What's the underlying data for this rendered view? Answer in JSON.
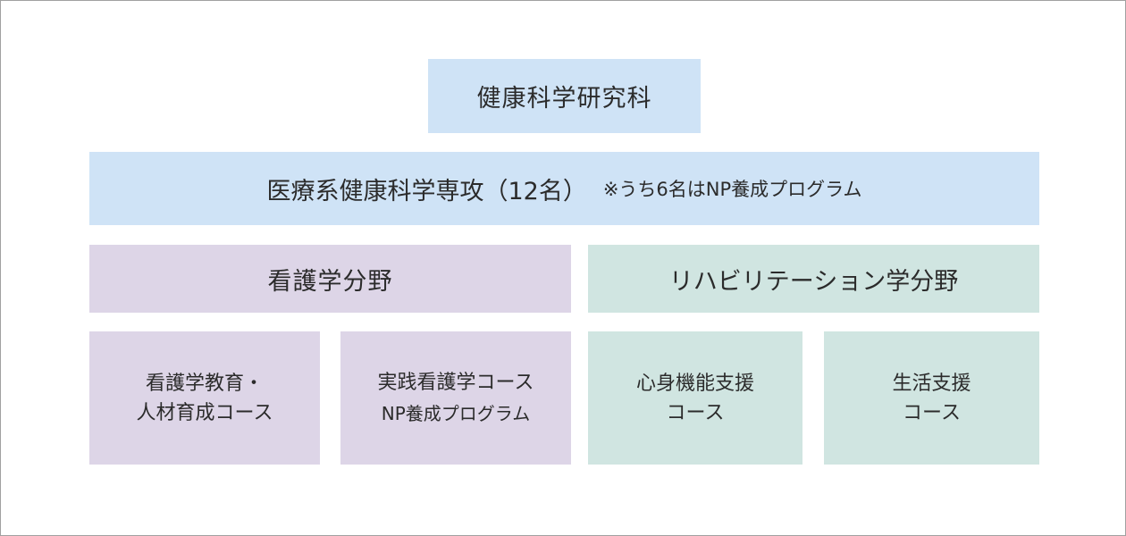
{
  "graduate_school": "健康科学研究科",
  "major": {
    "label": "医療系健康科学専攻（12名）",
    "note": "※うち6名はNP養成プログラム"
  },
  "fields": {
    "nursing": "看護学分野",
    "rehabilitation": "リハビリテーション学分野"
  },
  "courses": [
    {
      "lines": [
        "看護学教育・",
        "人材育成コース"
      ]
    },
    {
      "lines": [
        "実践看護学コース",
        "NP養成プログラム"
      ]
    },
    {
      "lines": [
        "心身機能支援",
        "コース"
      ]
    },
    {
      "lines": [
        "生活支援",
        "コース"
      ]
    }
  ],
  "colors": {
    "blue": "#cfe3f6",
    "purple": "#ddd5e7",
    "green": "#d0e5e1"
  }
}
